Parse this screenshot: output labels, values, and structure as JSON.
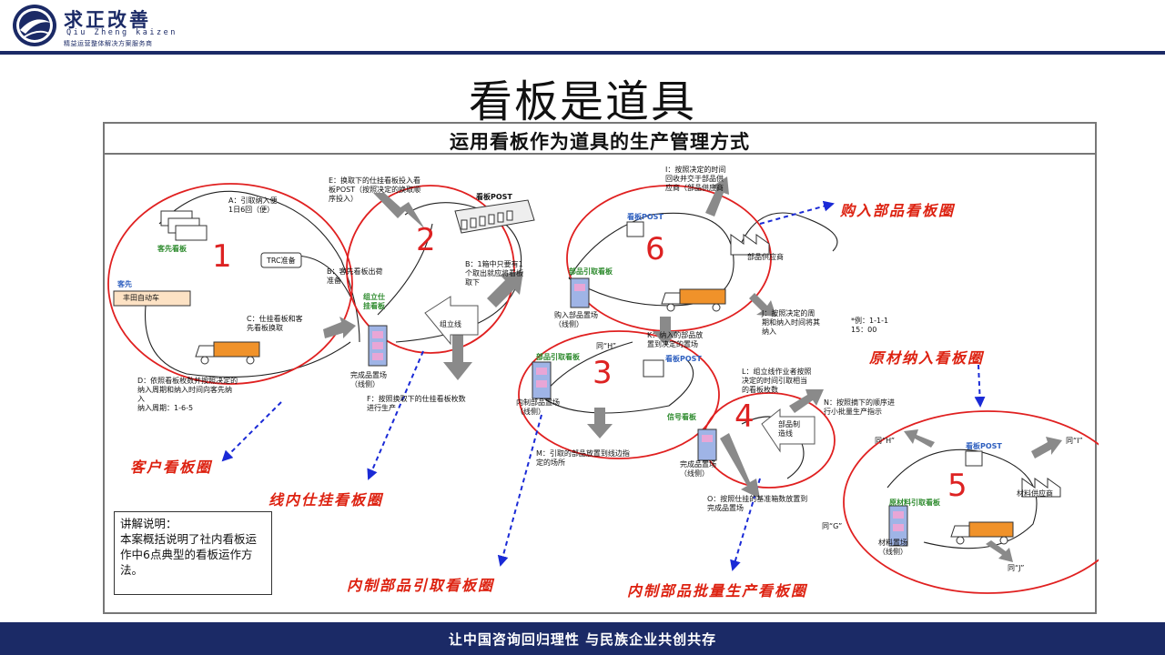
{
  "brand": {
    "name_cn": "求正改善",
    "name_en": "Qiu Zheng kaizen",
    "subtitle": "精益运营整体解决方案服务商"
  },
  "slide": {
    "title": "看板是道具"
  },
  "diagram": {
    "title": "运用看板作为道具的生产管理方式",
    "circle_numbers": [
      "1",
      "2",
      "3",
      "4",
      "5",
      "6"
    ],
    "loop_labels": {
      "customer": "客户看板圈",
      "inline": "线内仕挂看板圈",
      "internal_pickup": "内制部品引取看板圈",
      "batch": "内制部品批量生产看板圈",
      "raw_material": "原材纳入看板圈",
      "purchase": "购入部品看板圈"
    },
    "texts": {
      "a": "A：引取纳入便\n1日6回（便）",
      "customer_kanban": "客先看板",
      "trc": "TRC准备",
      "customer": "客先",
      "toyota": "丰田自动车",
      "b": "B：客先看板出荷\n准备",
      "c": "C：仕挂看板和客\n先看板换取",
      "d": "D：依照看板枚数并按照决定的\n纳入周期和纳入时间向客先纳\n入\n纳入周期：1-6-5",
      "e": "E：换取下的仕挂看板投入看\n板POST（按照决定的换取顺\n序投入）",
      "kanban_post_1": "看板POST",
      "b2": "B：1箱中只要有1\n个取出就应将看板\n取下",
      "inline_kanban": "组立仕\n挂看板",
      "assembly_line": "组立线",
      "finished_store_1": "完成品置场\n（线侧）",
      "f": "F：按照换取下的仕挂看板枚数\n进行生产",
      "i": "I：按照决定的时间\n回收并交于部品供\n应商（部品供应商",
      "kanban_post_2": "看板POST",
      "parts_supplier": "部品供应商",
      "parts_pickup_kanban_1": "部品引取看板",
      "purchased_store": "购入部品置场\n（线侧）",
      "j": "J：按照决定的周\n期和纳入时间将其\n纳入",
      "example": "*例：1-1-1\n15：00",
      "k": "K：纳入的部品放\n置到决定的置场",
      "same_h": "同“H”",
      "parts_pickup_kanban_2": "部品引取看板",
      "kanban_post_3": "看板POST",
      "internal_store": "内制部品置场\n（线侧）",
      "l": "L：组立线作业者按照\n决定的时间引取相当\n的看板枚数",
      "signal_kanban": "信号看板",
      "m": "M：引取的部品放置到线边指\n定的场所",
      "n": "N：按照摘下的顺序进\n行小批量生产指示",
      "parts_line": "部品制\n造线",
      "finished_store_2": "完成品置场\n（线侧）",
      "o": "O：按照仕挂的基准箱数放置到\n完成品置场",
      "same_g": "同“G”",
      "same_h2": "同“H”",
      "kanban_post_4": "看板POST",
      "same_i": "同“I”",
      "material_kanban": "原材料引取看板",
      "material_store": "材料置场\n（线侧）",
      "material_supplier": "材料供应商",
      "same_j": "同“J”"
    },
    "note": {
      "heading": "讲解说明：",
      "body": "本案概括说明了社内看板运作中6点典型的看板运作方法。"
    }
  },
  "footer": {
    "slogan": "让中国咨询回归理性  与民族企业共创共存"
  },
  "colors": {
    "navy": "#1b2a66",
    "red_circle": "#e02020",
    "blue_dash": "#1a2ad6",
    "gray_arrow": "#8a8a8a"
  }
}
